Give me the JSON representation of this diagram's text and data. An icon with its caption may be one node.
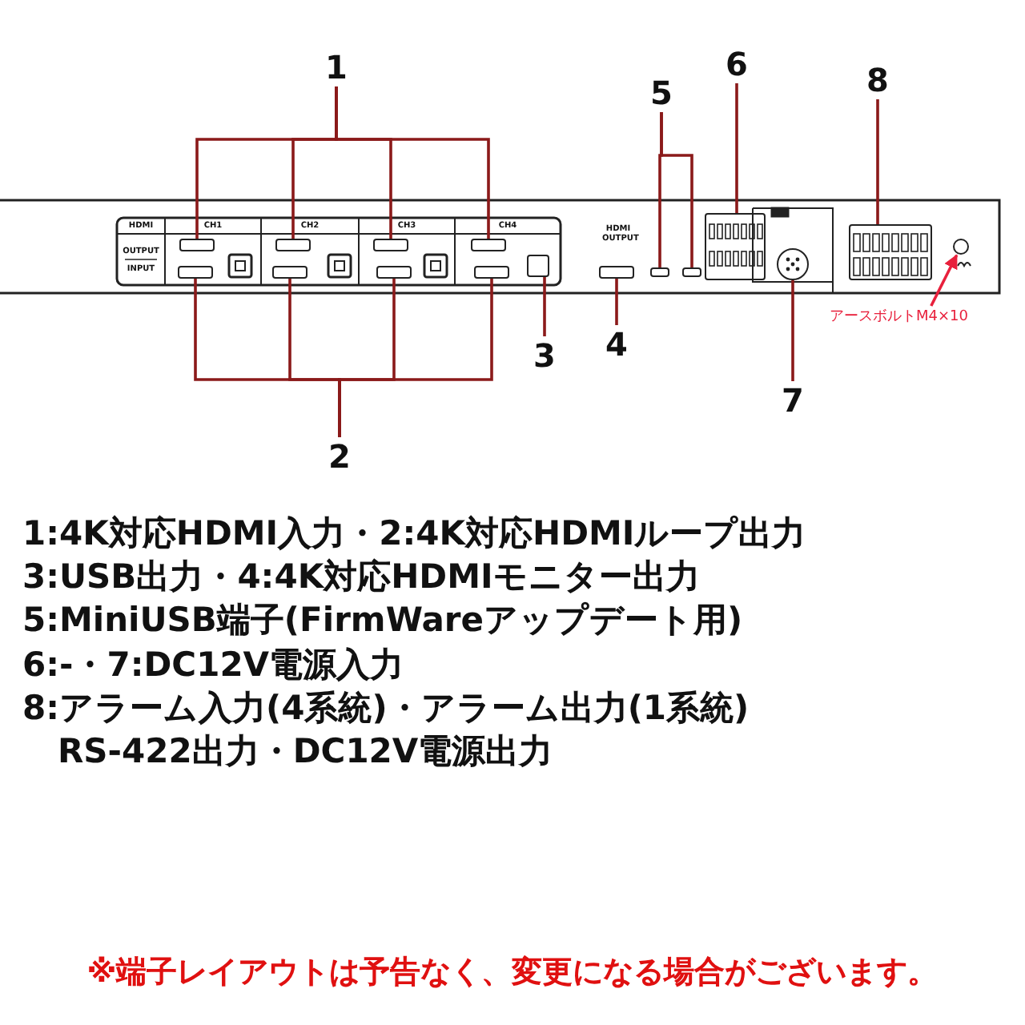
{
  "diagram": {
    "nodes": [
      {
        "text": [
          "1"
        ]
      },
      {
        "text": [],
        "shape": "box"
      },
      {
        "text": [],
        "shape": "box"
      },
      {
        "text": [],
        "shape": "box"
      },
      {
        "text": [],
        "shape": "box"
      },
      {
        "text": [
          "2"
        ]
      },
      {
        "text": [],
        "shape": "box"
      },
      {
        "text": [],
        "shape": "box"
      },
      {
        "text": [],
        "shape": "box"
      },
      {
        "text": [],
        "shape": "box"
      },
      {
        "text": [
          "3"
        ]
      },
      {
        "text": [],
        "shape": "box"
      },
      {
        "text": [
          "4"
        ]
      },
      {
        "text": [],
        "shape": "box"
      },
      {
        "text": [
          "5"
        ]
      },
      {
        "text": [],
        "shape": "box"
      },
      {
        "text": [],
        "shape": "box"
      },
      {
        "text": [
          "6"
        ]
      },
      {
        "text": [],
        "shape": "box"
      },
      {
        "text": [
          "7"
        ]
      },
      {
        "text": [],
        "shape": "circle"
      },
      {
        "text": [
          "8"
        ]
      },
      {
        "text": [],
        "shape": "box"
      },
      {
        "text": [
          "アースボルトM4×10"
        ]
      },
      {
        "text": [],
        "shape": "circle"
      }
    ],
    "edges": [
      {
        "from": 0,
        "to": 1,
        "arrow": "none"
      },
      {
        "from": 0,
        "to": 2,
        "arrow": "none"
      },
      {
        "from": 0,
        "to": 3,
        "arrow": "none"
      },
      {
        "from": 0,
        "to": 4,
        "arrow": "none"
      },
      {
        "from": 5,
        "to": 6,
        "arrow": "none"
      },
      {
        "from": 5,
        "to": 7,
        "arrow": "none"
      },
      {
        "from": 5,
        "to": 8,
        "arrow": "none"
      },
      {
        "from": 5,
        "to": 9,
        "arrow": "none"
      },
      {
        "from": 10,
        "to": 11,
        "arrow": "none"
      },
      {
        "from": 12,
        "to": 13,
        "arrow": "none"
      },
      {
        "from": 14,
        "to": 15,
        "arrow": "none"
      },
      {
        "from": 14,
        "to": 16,
        "arrow": "none"
      },
      {
        "from": 17,
        "to": 18,
        "arrow": "none"
      },
      {
        "from": 19,
        "to": 20,
        "arrow": "none"
      },
      {
        "from": 21,
        "to": 22,
        "arrow": "none"
      },
      {
        "from": 23,
        "to": 24,
        "arrow": "to",
        "color": "#e8203c"
      }
    ],
    "labels": [
      "HDMI",
      "CH1",
      "CH2",
      "CH3",
      "CH4",
      "OUTPUT",
      "INPUT",
      "HDMI OUTPUT",
      "1:4K対応HDMI入力・2:4K対応HDMIループ出力",
      "3:USB出力・4:4K対応HDMIモニター出力",
      "5:MiniUSB端子(FirmWareアップデート用)",
      "6:-・7:DC12V電源入力",
      "8:アラーム入力(4系統)・アラーム出力(1系統)",
      "RS-422出力・DC12V電源出力",
      "※端子レイアウトは予告なく、変更になる場合がございます。"
    ]
  }
}
